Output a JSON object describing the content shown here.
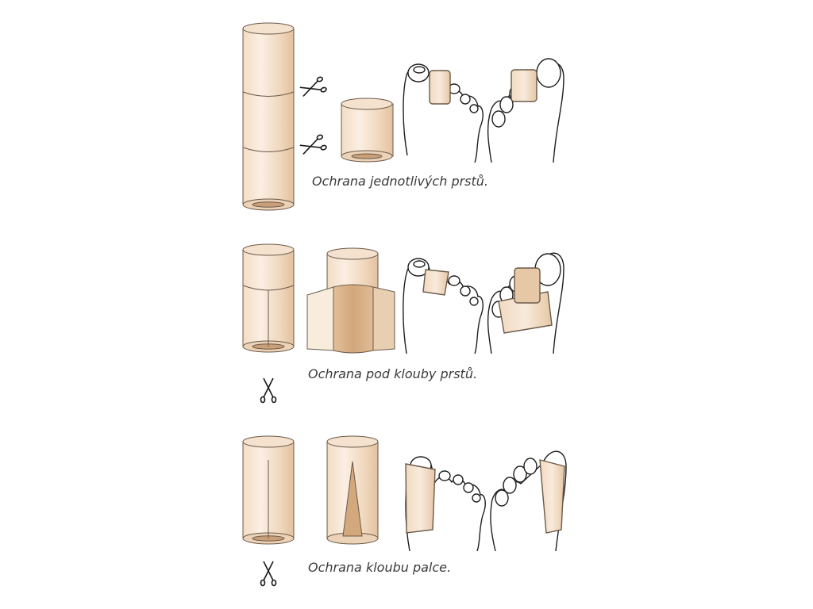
{
  "colors": {
    "background": "#ffffff",
    "outline": "#2a2a2a",
    "tube_light": "#f7e8d8",
    "tube_mid": "#ecd3b8",
    "tube_dark": "#d9b38e",
    "tube_shadow": "#c89a70",
    "caption": "#3a3a3a"
  },
  "captions": {
    "row1": "Ochrana jednotlivých prstů.",
    "row2": "Ochrana pod klouby prstů.",
    "row3": "Ochrana kloubu palce."
  },
  "icons": [
    "scissors-icon"
  ]
}
